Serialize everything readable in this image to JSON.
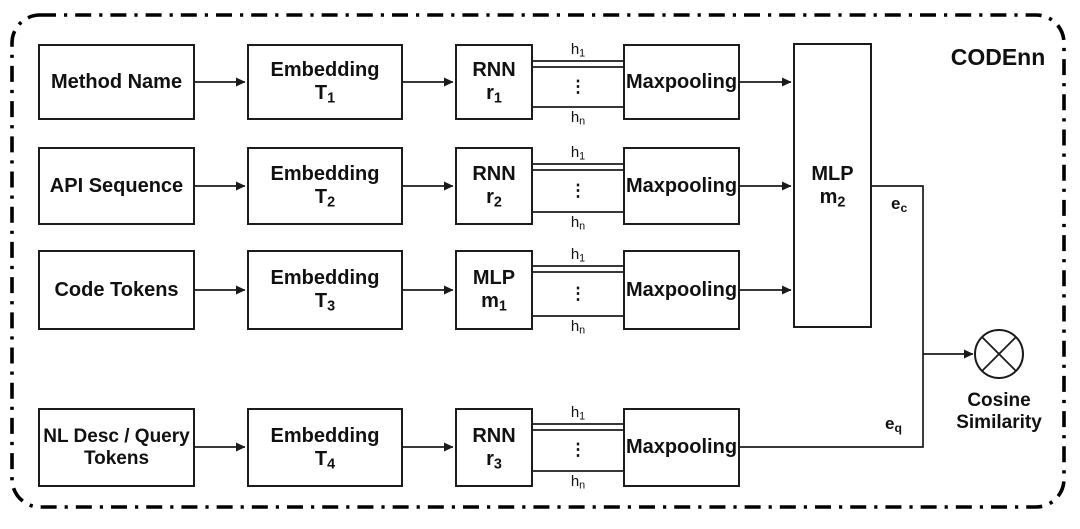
{
  "title": "CODEnn",
  "colors": {
    "line": "#1b1b1b",
    "background": "#ffffff",
    "text": "#111111"
  },
  "rows": [
    {
      "input": {
        "line1": "Method Name",
        "line2": ""
      },
      "embedding": {
        "name": "Embedding",
        "var": "T",
        "sub": "1"
      },
      "processor": {
        "name": "RNN",
        "var": "r",
        "sub": "1"
      },
      "hidden": {
        "first": "h",
        "first_sub": "1",
        "dots": "⋮",
        "last": "h",
        "last_sub": "n"
      },
      "maxpool": "Maxpooling"
    },
    {
      "input": {
        "line1": "API Sequence",
        "line2": ""
      },
      "embedding": {
        "name": "Embedding",
        "var": "T",
        "sub": "2"
      },
      "processor": {
        "name": "RNN",
        "var": "r",
        "sub": "2"
      },
      "hidden": {
        "first": "h",
        "first_sub": "1",
        "dots": "⋮",
        "last": "h",
        "last_sub": "n"
      },
      "maxpool": "Maxpooling"
    },
    {
      "input": {
        "line1": "Code Tokens",
        "line2": ""
      },
      "embedding": {
        "name": "Embedding",
        "var": "T",
        "sub": "3"
      },
      "processor": {
        "name": "MLP",
        "var": "m",
        "sub": "1"
      },
      "hidden": {
        "first": "h",
        "first_sub": "1",
        "dots": "⋮",
        "last": "h",
        "last_sub": "n"
      },
      "maxpool": "Maxpooling"
    },
    {
      "input": {
        "line1": "NL Desc / Query",
        "line2": "Tokens"
      },
      "embedding": {
        "name": "Embedding",
        "var": "T",
        "sub": "4"
      },
      "processor": {
        "name": "RNN",
        "var": "r",
        "sub": "3"
      },
      "hidden": {
        "first": "h",
        "first_sub": "1",
        "dots": "⋮",
        "last": "h",
        "last_sub": "n"
      },
      "maxpool": "Maxpooling"
    }
  ],
  "fusion": {
    "name": "MLP",
    "var": "m",
    "sub": "2"
  },
  "outputs": {
    "code_vector": {
      "base": "e",
      "sub": "c"
    },
    "query_vector": {
      "base": "e",
      "sub": "q"
    }
  },
  "similarity": {
    "line1": "Cosine",
    "line2": "Similarity"
  }
}
